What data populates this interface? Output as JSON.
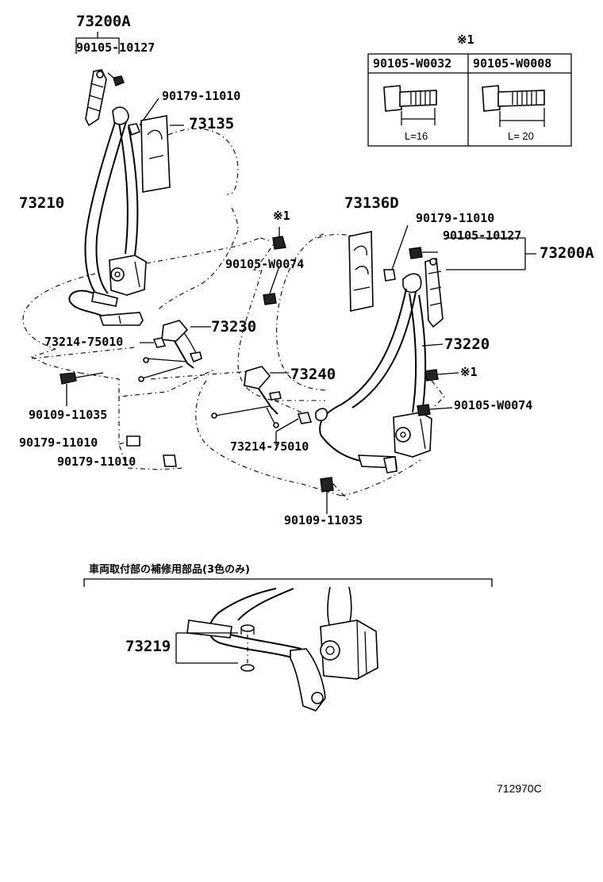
{
  "top_left_assembly": {
    "label": "73200A",
    "bolt": "90105-10127"
  },
  "left_labels": {
    "nut_upper": "90179-11010",
    "cover": "73135",
    "belt": "73210",
    "buckle": "73230",
    "buckle_nut": "73214-75010",
    "bolt_lower": "90109-11035",
    "nut_a": "90179-11010",
    "nut_b": "90179-11010"
  },
  "center_labels": {
    "mark_note": "※1",
    "bolt_center": "90105-W0074",
    "buckle2": "73240",
    "buckle2_nut": "73214-75010",
    "bolt_center_lower": "90109-11035"
  },
  "right_labels": {
    "cover": "73136D",
    "nut": "90179-11010",
    "bolt_top": "90105-10127",
    "assembly": "73200A",
    "belt": "73220",
    "mark_note": "※1",
    "bolt_side": "90105-W0074"
  },
  "inset": {
    "title": "※1",
    "col1": {
      "part": "90105-W0032",
      "length": "L=16"
    },
    "col2": {
      "part": "90105-W0008",
      "length": "L= 20"
    }
  },
  "lower_section": {
    "caption": "車両取付部の補修用部品(3色のみ)",
    "part": "73219"
  },
  "figure_code": "712970C"
}
